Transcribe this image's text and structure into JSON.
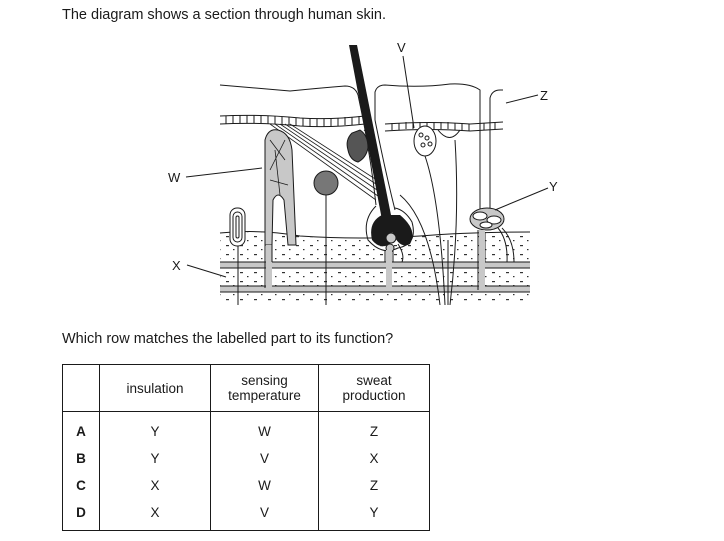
{
  "intro_text": "The diagram shows a section through human skin.",
  "diagram": {
    "labels": {
      "V": "V",
      "W": "W",
      "X": "X",
      "Y": "Y",
      "Z": "Z"
    }
  },
  "question_text": "Which row matches the labelled part to its function?",
  "table": {
    "headers": [
      "",
      "insulation",
      "sensing temperature",
      "sweat production"
    ],
    "header_lines": [
      [
        ""
      ],
      [
        "insulation"
      ],
      [
        "sensing",
        "temperature"
      ],
      [
        "sweat",
        "production"
      ]
    ],
    "rows": [
      {
        "option": "A",
        "insulation": "Y",
        "sensing_temperature": "W",
        "sweat_production": "Z"
      },
      {
        "option": "B",
        "insulation": "Y",
        "sensing_temperature": "V",
        "sweat_production": "X"
      },
      {
        "option": "C",
        "insulation": "X",
        "sensing_temperature": "W",
        "sweat_production": "Z"
      },
      {
        "option": "D",
        "insulation": "X",
        "sensing_temperature": "V",
        "sweat_production": "Y"
      }
    ]
  },
  "colors": {
    "ink": "#1a1a1a",
    "vessel_fill": "#c8c8c8",
    "background": "#ffffff"
  }
}
